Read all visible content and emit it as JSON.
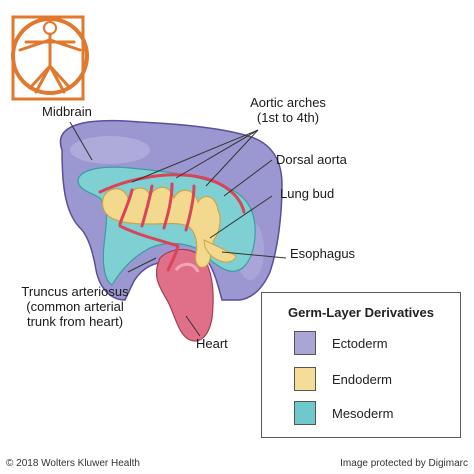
{
  "labels": {
    "midbrain": "Midbrain",
    "aortic_arches_line1": "Aortic arches",
    "aortic_arches_line2": "(1st to 4th)",
    "dorsal_aorta": "Dorsal aorta",
    "lung_bud": "Lung bud",
    "esophagus": "Esophagus",
    "truncus_line1": "Truncus arteriosus",
    "truncus_line2": "(common arterial",
    "truncus_line3": "trunk from heart)",
    "heart": "Heart"
  },
  "legend": {
    "title": "Germ-Layer Derivatives",
    "items": [
      {
        "label": "Ectoderm",
        "color": "#a9a6d6"
      },
      {
        "label": "Endoderm",
        "color": "#f4dd98"
      },
      {
        "label": "Mesoderm",
        "color": "#6fc9cc"
      }
    ]
  },
  "colors": {
    "ectoderm_fill": "#9b97d0",
    "mesoderm_fill": "#7fd0d2",
    "endoderm_fill": "#f3d98e",
    "vessel": "#d9445a",
    "heart": "#e0708a",
    "logo_orange": "#e0782e"
  },
  "footer": {
    "copyright": "© 2018 Wolters Kluwer Health",
    "protection": "Image protected by Digimarc"
  }
}
